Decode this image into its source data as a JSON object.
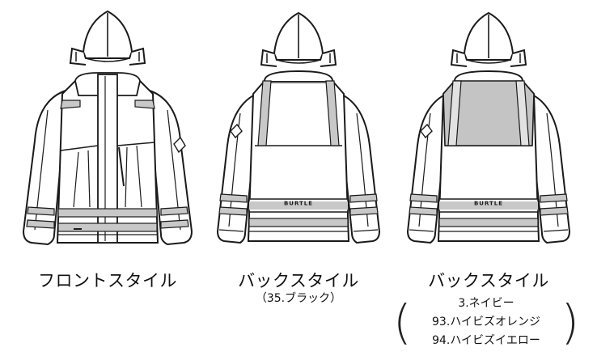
{
  "captions": {
    "front": "フロントスタイル",
    "back_black": "バックスタイル",
    "back_black_color": "（35.ブラック）",
    "back_colors": "バックスタイル",
    "back_colors_list": [
      "3.ネイビー",
      "93.ハイビズオレンジ",
      "94.ハイビズイエロー"
    ]
  },
  "logo_text": {
    "back_black": "BURTLE",
    "back_colors": "BURTLE"
  },
  "colors": {
    "line": "#1a1a1a",
    "reflective": "#c8c8c8",
    "yoke_fill": "#c4c4c4",
    "background": "#ffffff"
  }
}
